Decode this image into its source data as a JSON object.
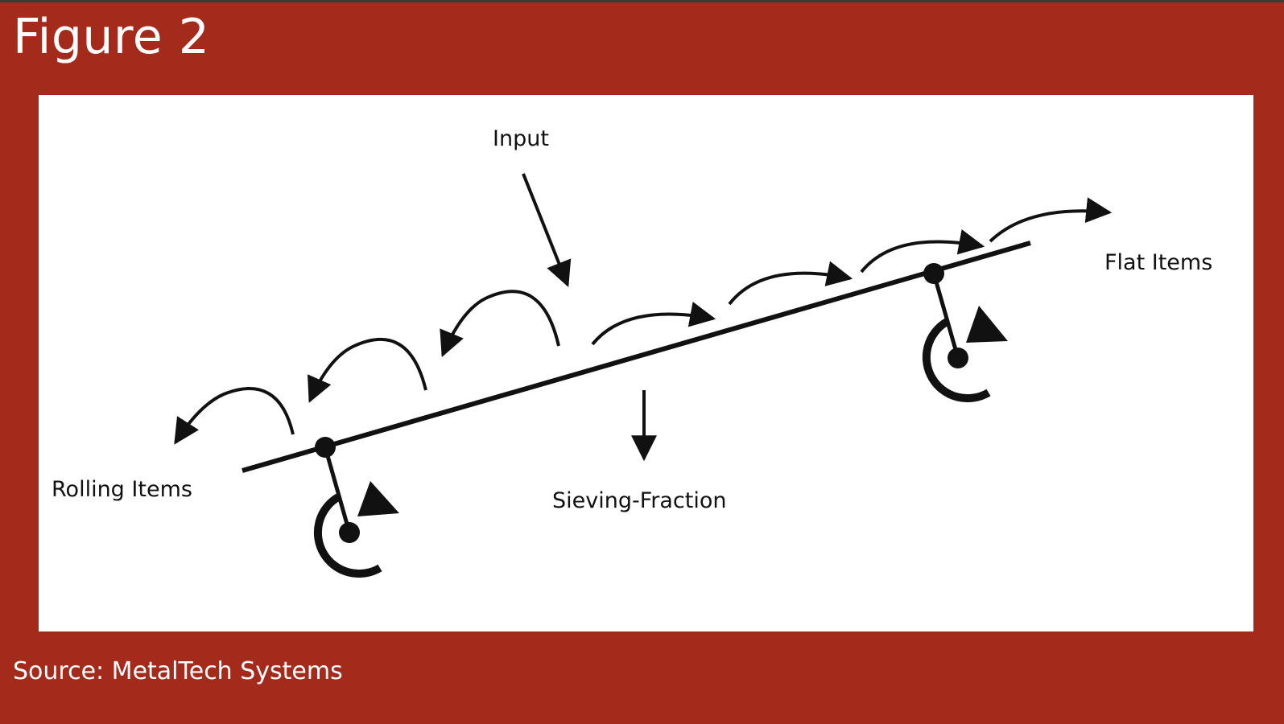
{
  "header": {
    "title": "Figure 2"
  },
  "diagram": {
    "labels": {
      "input": "Input",
      "flat_items": "Flat Items",
      "rolling_items": "Rolling Items",
      "sieving_fraction": "Sieving-Fraction"
    },
    "colors": {
      "frame": "#a42a1b",
      "panel": "#ffffff",
      "ink": "#111111"
    }
  },
  "footer": {
    "source": "Source: MetalTech Systems"
  }
}
